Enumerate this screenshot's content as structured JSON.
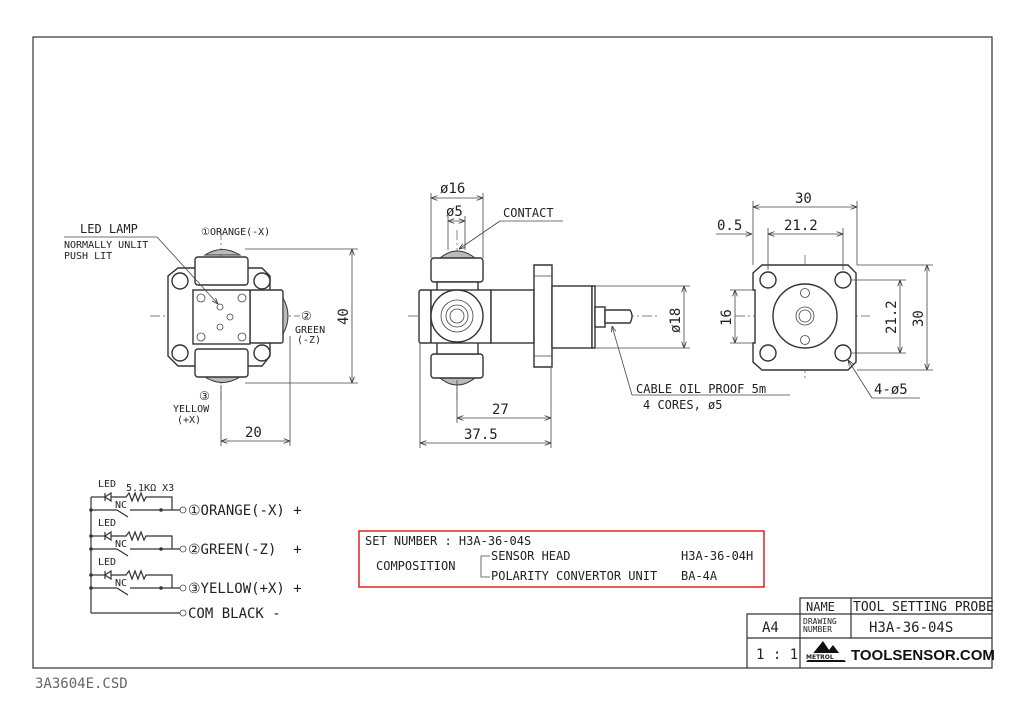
{
  "front_view": {
    "led_lamp": "LED LAMP",
    "led_note_1": "NORMALLY UNLIT",
    "led_note_2": "PUSH LIT",
    "port1": "①ORANGE(-X)",
    "port2_num": "②",
    "port2_a": "GREEN",
    "port2_b": "(-Z)",
    "port3_num": "③",
    "port3_a": "YELLOW",
    "port3_b": "(+X)",
    "dim_height": "40",
    "dim_offset": "20"
  },
  "side_view": {
    "dim_outer_dia": "ø16",
    "dim_contact_dia": "ø5",
    "contact_label": "CONTACT",
    "dim_body_dia": "ø18",
    "cable_1": "CABLE OIL PROOF 5m",
    "cable_2": "4 CORES, ø5",
    "dim_27": "27",
    "dim_37_5": "37.5"
  },
  "rear_view": {
    "dim_width": "30",
    "dim_pitch_h": "21.2",
    "dim_step": "0.5",
    "dim_16": "16",
    "dim_pitch_v": "21.2",
    "dim_height": "30",
    "holes": "4-ø5"
  },
  "wiring": {
    "led": "LED",
    "resistor": "5.1KΩ X3",
    "nc": "NC",
    "lines": [
      "①ORANGE(-X) +",
      "②GREEN(-Z)  +",
      "③YELLOW(+X) +",
      "COM BLACK -"
    ]
  },
  "set_box": {
    "set_number": "SET NUMBER : H3A-36-04S",
    "composition": "COMPOSITION",
    "item1": "SENSOR HEAD",
    "item1_code": "H3A-36-04H",
    "item2": "POLARITY CONVERTOR UNIT",
    "item2_code": "BA-4A",
    "border_color": "#e02020"
  },
  "title_block": {
    "name_label": "NAME",
    "name": "TOOL SETTING PROBE",
    "drawing_label_1": "DRAWING",
    "drawing_label_2": "NUMBER",
    "drawing_number": "H3A-36-04S",
    "size": "A4",
    "scale": "1 : 1",
    "logo_brand": "METROL",
    "logo_site": "TOOLSENSOR.COM"
  },
  "file_name": "3A3604E.CSD"
}
